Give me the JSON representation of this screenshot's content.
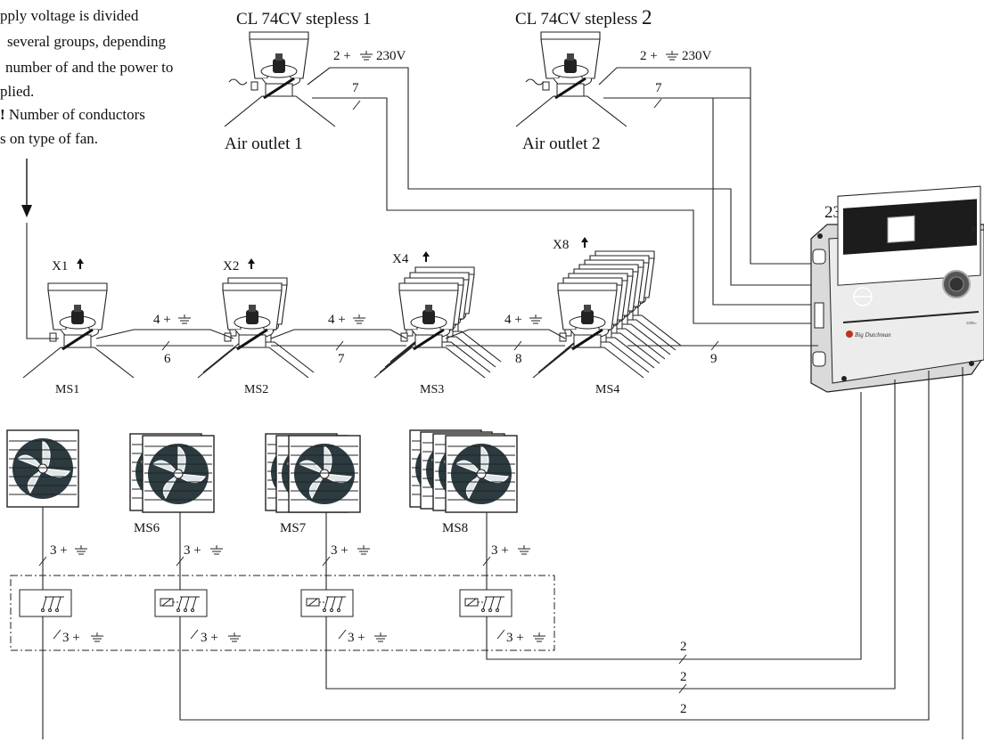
{
  "note": {
    "line1": "pply voltage is divided",
    "line2": "several groups, depending",
    "line3": "number of and the power to",
    "line4": "plied.",
    "line5_bang": "!",
    "line5_rest": " Number of conductors",
    "line6": "s on type of fan."
  },
  "inlets": [
    {
      "title": "CL 74CV stepless 1",
      "outlet": "Air outlet 1",
      "power": "2 +",
      "voltage": "230V",
      "conductors": "7"
    },
    {
      "title": "CL 74CV stepless",
      "title_num": "2",
      "outlet": "Air outlet 2",
      "power": "2 +",
      "voltage": "230V",
      "conductors": "7"
    }
  ],
  "controller": {
    "name": "235Pro",
    "brand": "Big Dutchman",
    "model": "235Pro"
  },
  "motor_groups": [
    {
      "multiplier": "X1",
      "label": "MS1",
      "power": "4 +",
      "conductors": "6"
    },
    {
      "multiplier": "X2",
      "label": "MS2",
      "power": "4 +",
      "conductors": "7"
    },
    {
      "multiplier": "X4",
      "label": "MS3",
      "power": "4 +",
      "conductors": "8"
    },
    {
      "multiplier": "X8",
      "label": "MS4",
      "conductors": "9"
    }
  ],
  "fan_groups": [
    {
      "label": "",
      "feed": "3 +",
      "out": "3 +"
    },
    {
      "label": "MS6",
      "feed": "3 +",
      "out": "3 +",
      "signal": "2"
    },
    {
      "label": "MS7",
      "feed": "3 +",
      "out": "3 +",
      "signal": "2"
    },
    {
      "label": "MS8",
      "feed": "3 +",
      "out": "3 +",
      "signal": "2"
    }
  ]
}
